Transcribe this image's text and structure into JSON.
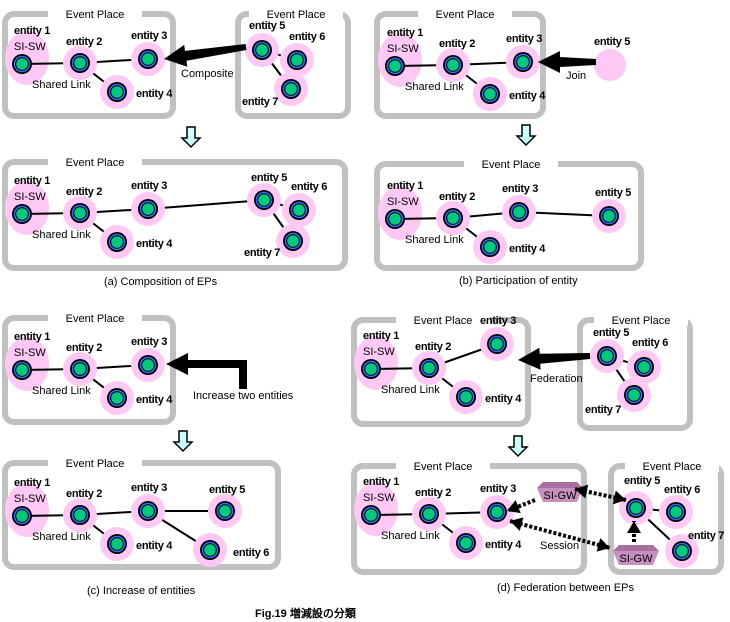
{
  "figure": {
    "caption": "Fig.19 増減設の分類",
    "colors": {
      "ep_border": "#c0c0c0",
      "halo": "#ffc8f5",
      "node_core": "#00c880",
      "node_ring": "#3a6cf0",
      "gateway": "#c890c0",
      "down_arrow": "#ccffff"
    }
  },
  "labels": {
    "event_place": "Event Place",
    "si_sw": "SI-SW",
    "shared_link": "Shared Link",
    "si_gw": "SI-GW",
    "entity": [
      "entity 1",
      "entity 2",
      "entity 3",
      "entity 4",
      "entity 5",
      "entity 6",
      "entity 7"
    ]
  },
  "panels": {
    "a": {
      "caption": "(a) Composition of EPs",
      "action": "Composite"
    },
    "b": {
      "caption": "(b) Participation of entity",
      "action": "Join"
    },
    "c": {
      "caption": "(c) Increase of entities",
      "action": "Increase two entities"
    },
    "d": {
      "caption": "(d) Federation between EPs",
      "action": "Federation",
      "session": "Session"
    }
  }
}
